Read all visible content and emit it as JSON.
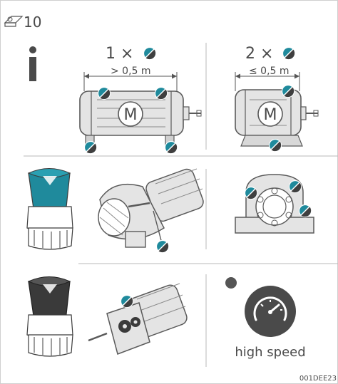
{
  "header": {
    "page_number": "10"
  },
  "panel_single": {
    "count_label": "1 ×",
    "distance_label": "> 0,5 m"
  },
  "panel_double": {
    "count_label": "2 ×",
    "distance_label": "≤ 0,5 m"
  },
  "panel_high_speed": {
    "label": "high speed"
  },
  "footer": {
    "code": "001DEE23"
  },
  "colors": {
    "teal": "#1f8a9c",
    "dark": "#3c3c3c",
    "gray": "#5a5a5a",
    "light_fill": "#e4e4e4",
    "divider": "#b8b8b8"
  },
  "icons": [
    "book-icon",
    "info-icon",
    "sensor-teal",
    "sensor-black",
    "speedometer-icon"
  ]
}
